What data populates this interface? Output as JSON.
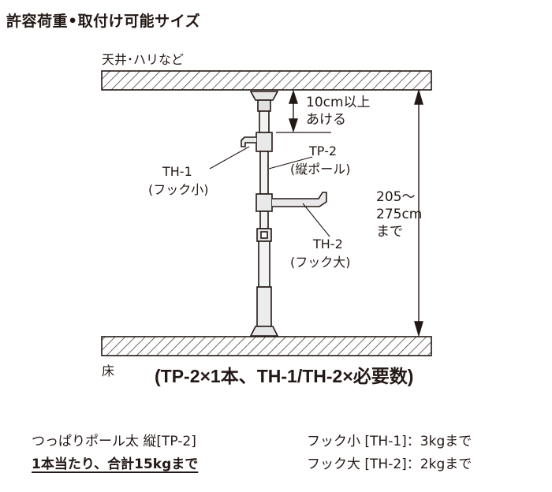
{
  "title": "許容荷重•取付け可能サイズ",
  "labels": {
    "ceiling": "天井･ハリなど",
    "floor": "床",
    "gap_line1": "10cm以上",
    "gap_line2": "あける",
    "tp2_line1": "TP-2",
    "tp2_line2": "(縦ポール)",
    "th1_line1": "TH-1",
    "th1_line2": "(フック小)",
    "th2_line1": "TH-2",
    "th2_line2": "(フック大)",
    "range_line1": "205〜",
    "range_line2": "275cm",
    "range_line3": "まで",
    "required": "(TP-2×1本、TH-1/TH-2×必要数)"
  },
  "specs": {
    "pole_load": "つっぱりポール太 縦[TP-2]",
    "pole_total": "1本当たり、合計15kgまで",
    "hook_small": "フック小 [TH-1]：3kgまで",
    "hook_large": "フック大 [TH-2]：2kgまで"
  }
}
